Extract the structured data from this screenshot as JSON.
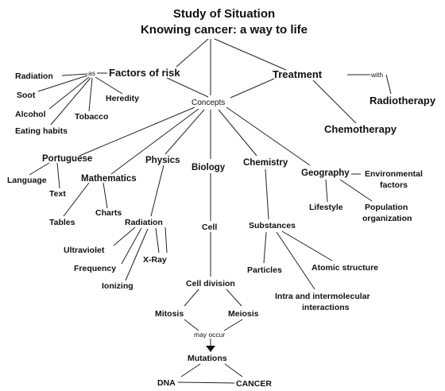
{
  "title": {
    "line1": "Study of Situation",
    "line2": "Knowing cancer: a way to life"
  },
  "nodes": {
    "factors_of_risk": "Factors of risk",
    "as_label": "as",
    "radiation_risk": "Radiation",
    "soot": "Soot",
    "alcohol": "Alcohol",
    "eating_habits": "Eating habits",
    "tobacco": "Tobacco",
    "heredity": "Heredity",
    "treatment": "Treatment",
    "with_label": "with",
    "radiotherapy": "Radiotherapy",
    "chemotherapy": "Chemotherapy",
    "concepts": "Concepts",
    "portuguese": "Portuguese",
    "language": "Language",
    "text": "Text",
    "mathematics": "Mathematics",
    "charts": "Charts",
    "tables": "Tables",
    "physics": "Physics",
    "radiation_physics": "Radiation",
    "ultraviolet": "Ultraviolet",
    "frequency": "Frequency",
    "ionizing": "Ionizing",
    "xray": "X-Ray",
    "biology": "Biology",
    "cell": "Cell",
    "cell_division": "Cell division",
    "mitosis": "Mitosis",
    "meiosis": "Meiosis",
    "may_occur": "may occur",
    "mutations": "Mutations",
    "dna": "DNA",
    "cancer": "CANCER",
    "chemistry": "Chemistry",
    "substances": "Substances",
    "particles": "Particles",
    "atomic_structure": "Atomic structure",
    "intra_line1": "Intra and intermolecular",
    "intra_line2": "interactions",
    "geography": "Geography",
    "env_line1": "Environmental",
    "env_line2": "factors",
    "lifestyle": "Lifestyle",
    "population_line1": "Population",
    "population_line2": "organization"
  }
}
